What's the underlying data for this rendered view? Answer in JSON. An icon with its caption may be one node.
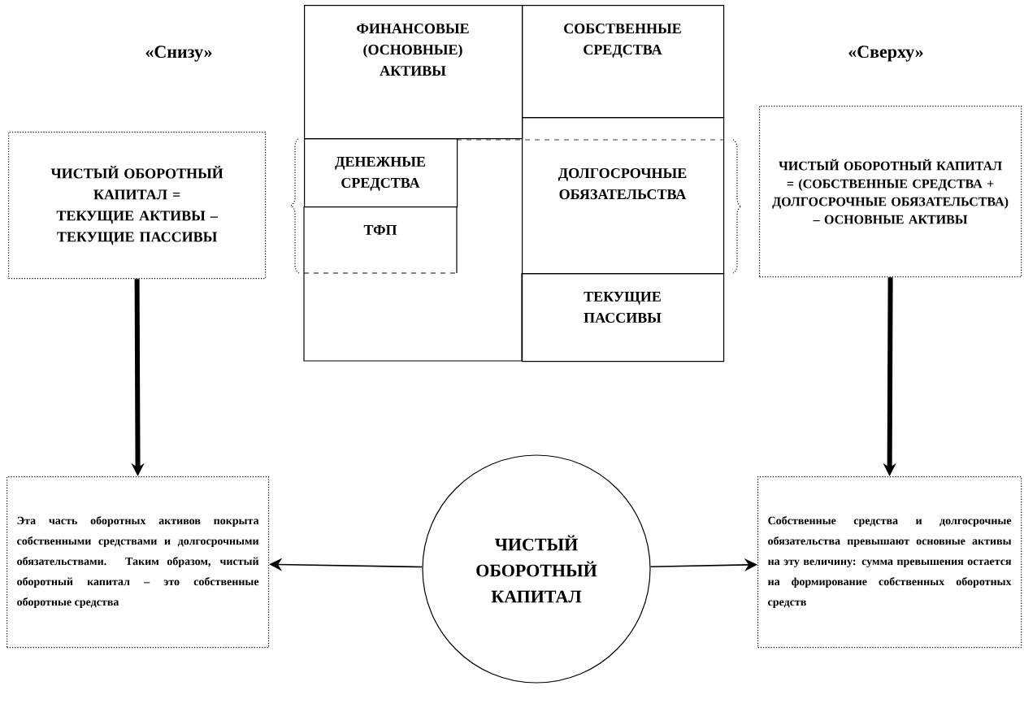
{
  "diagram": {
    "nodes": [
      {
        "text": [
          "ФИНАНСОВЫЕ (ОСНОВНЫЕ) АКТИВЫ"
        ]
      },
      {
        "text": [
          "ДЕНЕЖНЫЕ СРЕДСТВА"
        ]
      },
      {
        "text": [
          "ТФП"
        ]
      },
      {
        "text": [
          "СОБСТВЕННЫЕ СРЕДСТВА"
        ]
      },
      {
        "text": [
          "ДОЛГОСРОЧНЫЕ ОБЯЗАТЕЛЬСТВА"
        ]
      },
      {
        "text": [
          "ТЕКУЩИЕ ПАССИВЫ"
        ]
      },
      {
        "text": [
          "ЧИСТЫЙ ОБОРОТНЫЙ КАПИТАЛ = ТЕКУЩИЕ АКТИВЫ – ТЕКУЩИЕ ПАССИВЫ"
        ]
      },
      {
        "text": [
          "ЧИСТЫЙ ОБОРОТНЫЙ КАПИТАЛ = (СОБСТВЕННЫЕ СРЕДСТВА + ДОЛГОСРОЧНЫЕ ОБЯЗАТЕЛЬСТВА) – ОСНОВНЫЕ АКТИВЫ"
        ]
      },
      {
        "text": [
          "Эта часть оборотных активов покрыта собственными средствами и долгосрочными обязательствами. Таким образом, чистый оборотный капитал – это собственные оборотные средства"
        ]
      },
      {
        "text": [
          "ЧИСТЫЙ ОБОРОТНЫЙ КАПИТАЛ"
        ]
      },
      {
        "text": [
          "Собственные средства и долгосрочные обязательства превышают основные активы на эту величину: сумма превышения остается на формирование собственных оборотных средств"
        ]
      }
    ],
    "edges": [
      {
        "from": 6,
        "to": 8,
        "arrow": "to",
        "style": "thick"
      },
      {
        "from": 7,
        "to": 10,
        "arrow": "to",
        "style": "thick"
      },
      {
        "from": 9,
        "to": 8,
        "arrow": "to"
      },
      {
        "from": 9,
        "to": 10,
        "arrow": "to"
      }
    ],
    "labels": [
      "«Снизу»",
      "«Сверху»"
    ]
  }
}
